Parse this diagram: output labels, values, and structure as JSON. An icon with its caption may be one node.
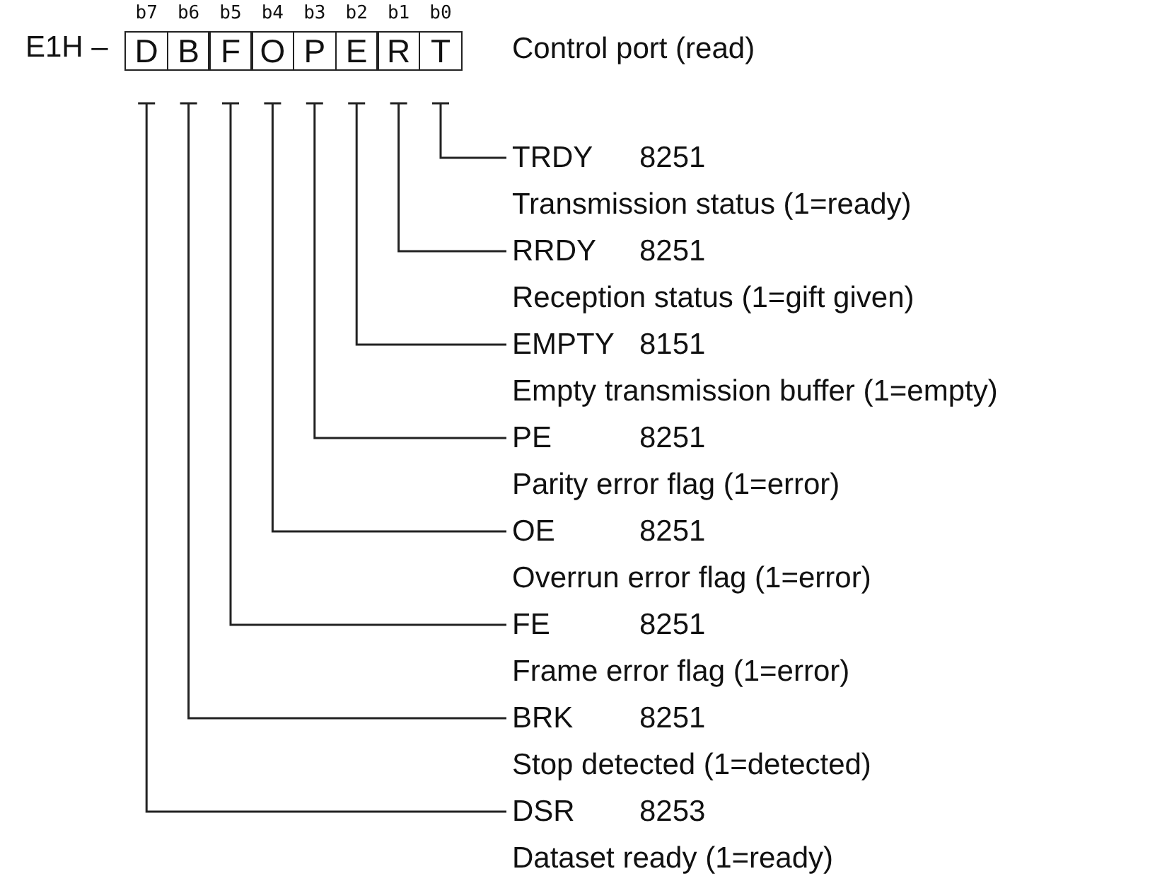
{
  "diagram": {
    "nodes": [
      {
        "text": [
          "D"
        ],
        "beside": [
          "b7"
        ]
      },
      {
        "text": [
          "B"
        ],
        "beside": [
          "b6"
        ]
      },
      {
        "text": [
          "F"
        ],
        "beside": [
          "b5"
        ]
      },
      {
        "text": [
          "O"
        ],
        "beside": [
          "b4"
        ]
      },
      {
        "text": [
          "P"
        ],
        "beside": [
          "b3"
        ]
      },
      {
        "text": [
          "E"
        ],
        "beside": [
          "b2"
        ]
      },
      {
        "text": [
          "R"
        ],
        "beside": [
          "b1"
        ]
      },
      {
        "text": [
          "T"
        ],
        "beside": [
          "b0"
        ]
      },
      {
        "text": [
          "TRDY",
          "8251",
          "Transmission status (1=ready)"
        ]
      },
      {
        "text": [
          "RRDY",
          "8251",
          "Reception status (1=gift given)"
        ]
      },
      {
        "text": [
          "EMPTY",
          "8151",
          "Empty transmission buffer (1=empty)"
        ]
      },
      {
        "text": [
          "PE",
          "8251",
          "Parity error flag (1=error)"
        ]
      },
      {
        "text": [
          "OE",
          "8251",
          "Overrun error flag (1=error)"
        ]
      },
      {
        "text": [
          "FE",
          "8251",
          "Frame error flag (1=error)"
        ]
      },
      {
        "text": [
          "BRK",
          "8251",
          "Stop detected (1=detected)"
        ]
      },
      {
        "text": [
          "DSR",
          "8253",
          "Dataset ready (1=ready)"
        ]
      }
    ],
    "edges": [
      {
        "from": 7,
        "to": 8,
        "arrow": "other"
      },
      {
        "from": 6,
        "to": 9,
        "arrow": "other"
      },
      {
        "from": 5,
        "to": 10,
        "arrow": "other"
      },
      {
        "from": 4,
        "to": 11,
        "arrow": "other"
      },
      {
        "from": 3,
        "to": 12,
        "arrow": "other"
      },
      {
        "from": 2,
        "to": 13,
        "arrow": "other"
      },
      {
        "from": 1,
        "to": 14,
        "arrow": "other"
      },
      {
        "from": 0,
        "to": 15,
        "arrow": "other"
      }
    ],
    "labels": [
      "E1H –",
      "Control port (read)"
    ]
  }
}
